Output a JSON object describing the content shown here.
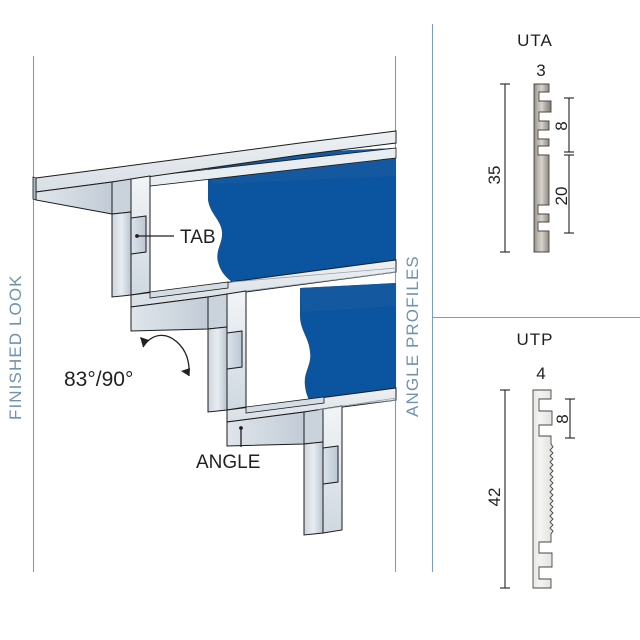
{
  "page": {
    "background": "#ffffff",
    "rule_color": "#7d9fb5",
    "ink_color": "#231f20"
  },
  "left_panel": {
    "vertical_label": "FINISHED LOOK",
    "label_color": "#6f93ad",
    "callouts": {
      "tab": "TAB",
      "angle": "ANGLE",
      "angle_value": "83°/90°"
    },
    "illustration": {
      "type": "isometric-stair-nosing",
      "steps": 3,
      "tread_color": "#0b54a0",
      "tread_color_shade": "#1b5fa6",
      "metal_light": "#e3e8ee",
      "metal_mid": "#c9d2db",
      "metal_dark": "#b3bfca",
      "metal_edge": "#9aa8b5"
    }
  },
  "right_panel": {
    "vertical_label": "ANGLE PROFILES",
    "label_color": "#6f93ad",
    "profiles": [
      {
        "name": "UTA",
        "fill_description": "anodised-aluminium-gradient",
        "fill_light": "#d9d6cf",
        "fill_dark": "#8e8a84",
        "dimensions": {
          "width_top": "3",
          "height_overall": "35",
          "notch_upper": "8",
          "notch_lower": "20"
        }
      },
      {
        "name": "UTP",
        "fill_description": "pvc-light-grey",
        "fill_light": "#f0f0ee",
        "fill_dark": "#e4e4e1",
        "dimensions": {
          "width_top": "4",
          "height_overall": "42",
          "notch_upper": "8"
        },
        "features": [
          "serrated-back-edge"
        ]
      }
    ]
  }
}
